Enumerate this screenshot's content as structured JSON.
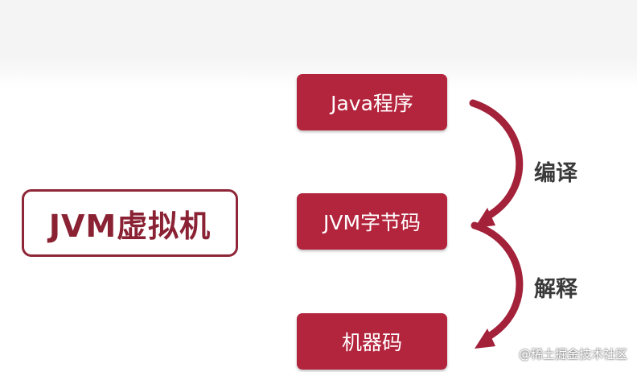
{
  "jvm_box": {
    "label": "JVM虚拟机"
  },
  "steps": [
    {
      "label": "Java程序"
    },
    {
      "label": "JVM字节码"
    },
    {
      "label": "机器码"
    }
  ],
  "arrows": {
    "compile_label": "编译",
    "interpret_label": "解释"
  },
  "watermark": "@稀土掘金技术社区",
  "colors": {
    "step_fill": "#b3253d",
    "jvm_border": "#8f2638",
    "arrow": "#a3223a"
  }
}
